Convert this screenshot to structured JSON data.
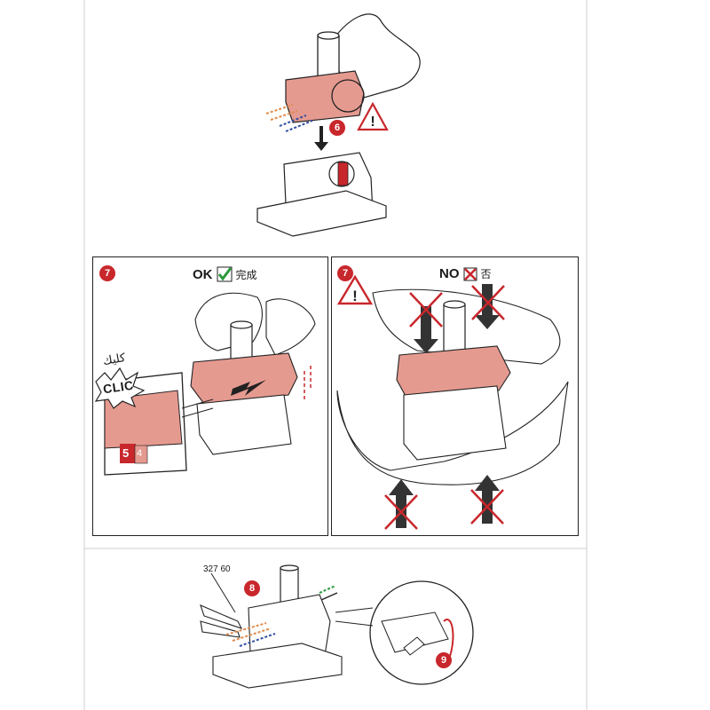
{
  "steps": {
    "step6": "6",
    "step7_ok": "7",
    "step7_no": "7",
    "step8": "8",
    "step9": "9"
  },
  "ok_panel": {
    "title": "OK",
    "subtitle": "完成",
    "clic_text": "CLIC",
    "arabic_text": "كليك",
    "pin_numbers": [
      "5",
      "4"
    ]
  },
  "no_panel": {
    "title": "NO",
    "subtitle": "否"
  },
  "bottom": {
    "part_number": "327 60"
  },
  "colors": {
    "accent_red": "#c8272c",
    "module_pink": "#e59a90",
    "ok_green": "#2a9a3a",
    "line": "#222222"
  }
}
